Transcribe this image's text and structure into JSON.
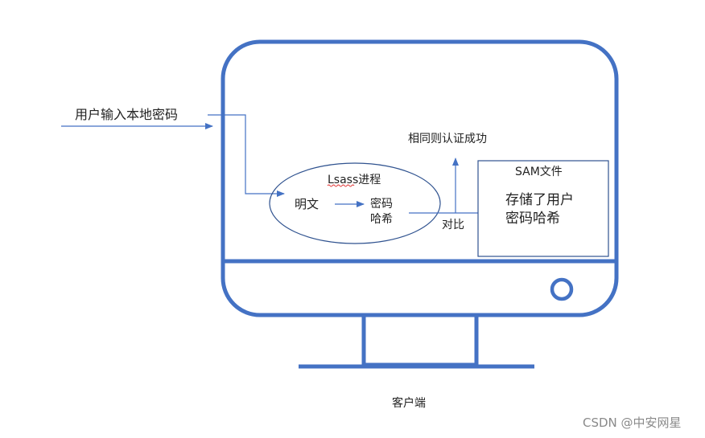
{
  "diagram": {
    "input_label": "用户输入本地密码",
    "lsass": {
      "title": "Lsass进程",
      "plaintext": "明文",
      "hash_line1": "密码",
      "hash_line2": "哈希"
    },
    "compare_label": "对比",
    "success_label": "相同则认证成功",
    "sam": {
      "title": "SAM文件",
      "line1": "存储了用户",
      "line2": "密码哈希"
    },
    "client_label": "客户端",
    "watermark": "CSDN @中安网星",
    "colors": {
      "monitor": "#4472c4",
      "arrow": "#4472c4",
      "ellipse": "#2f528f",
      "box": "#2f528f",
      "squiggle": "#e03030"
    }
  }
}
